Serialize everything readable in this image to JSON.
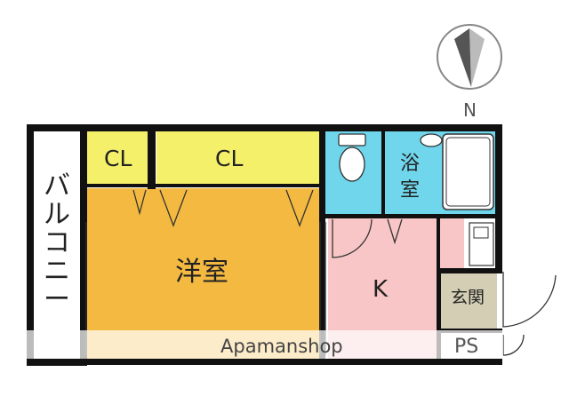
{
  "watermark": "Apamanshop",
  "compass": {
    "label": "N"
  },
  "rooms": {
    "closet_left": {
      "label": "CL",
      "color": "#f5f06a"
    },
    "closet_right": {
      "label": "CL",
      "color": "#f5f06a"
    },
    "western_room": {
      "label": "洋室",
      "color": "#f4b941"
    },
    "toilet": {
      "label": "",
      "color": "#6fd6ec"
    },
    "bath": {
      "label": "浴室",
      "color": "#6fd6ec"
    },
    "kitchen": {
      "label": "K",
      "color": "#f8c6c6"
    },
    "entrance": {
      "label": "玄関",
      "color": "#d4ceb4"
    },
    "ps": {
      "label": "PS"
    },
    "balcony": {
      "label": "バルコニー"
    }
  },
  "colors": {
    "wall": "#111111"
  }
}
